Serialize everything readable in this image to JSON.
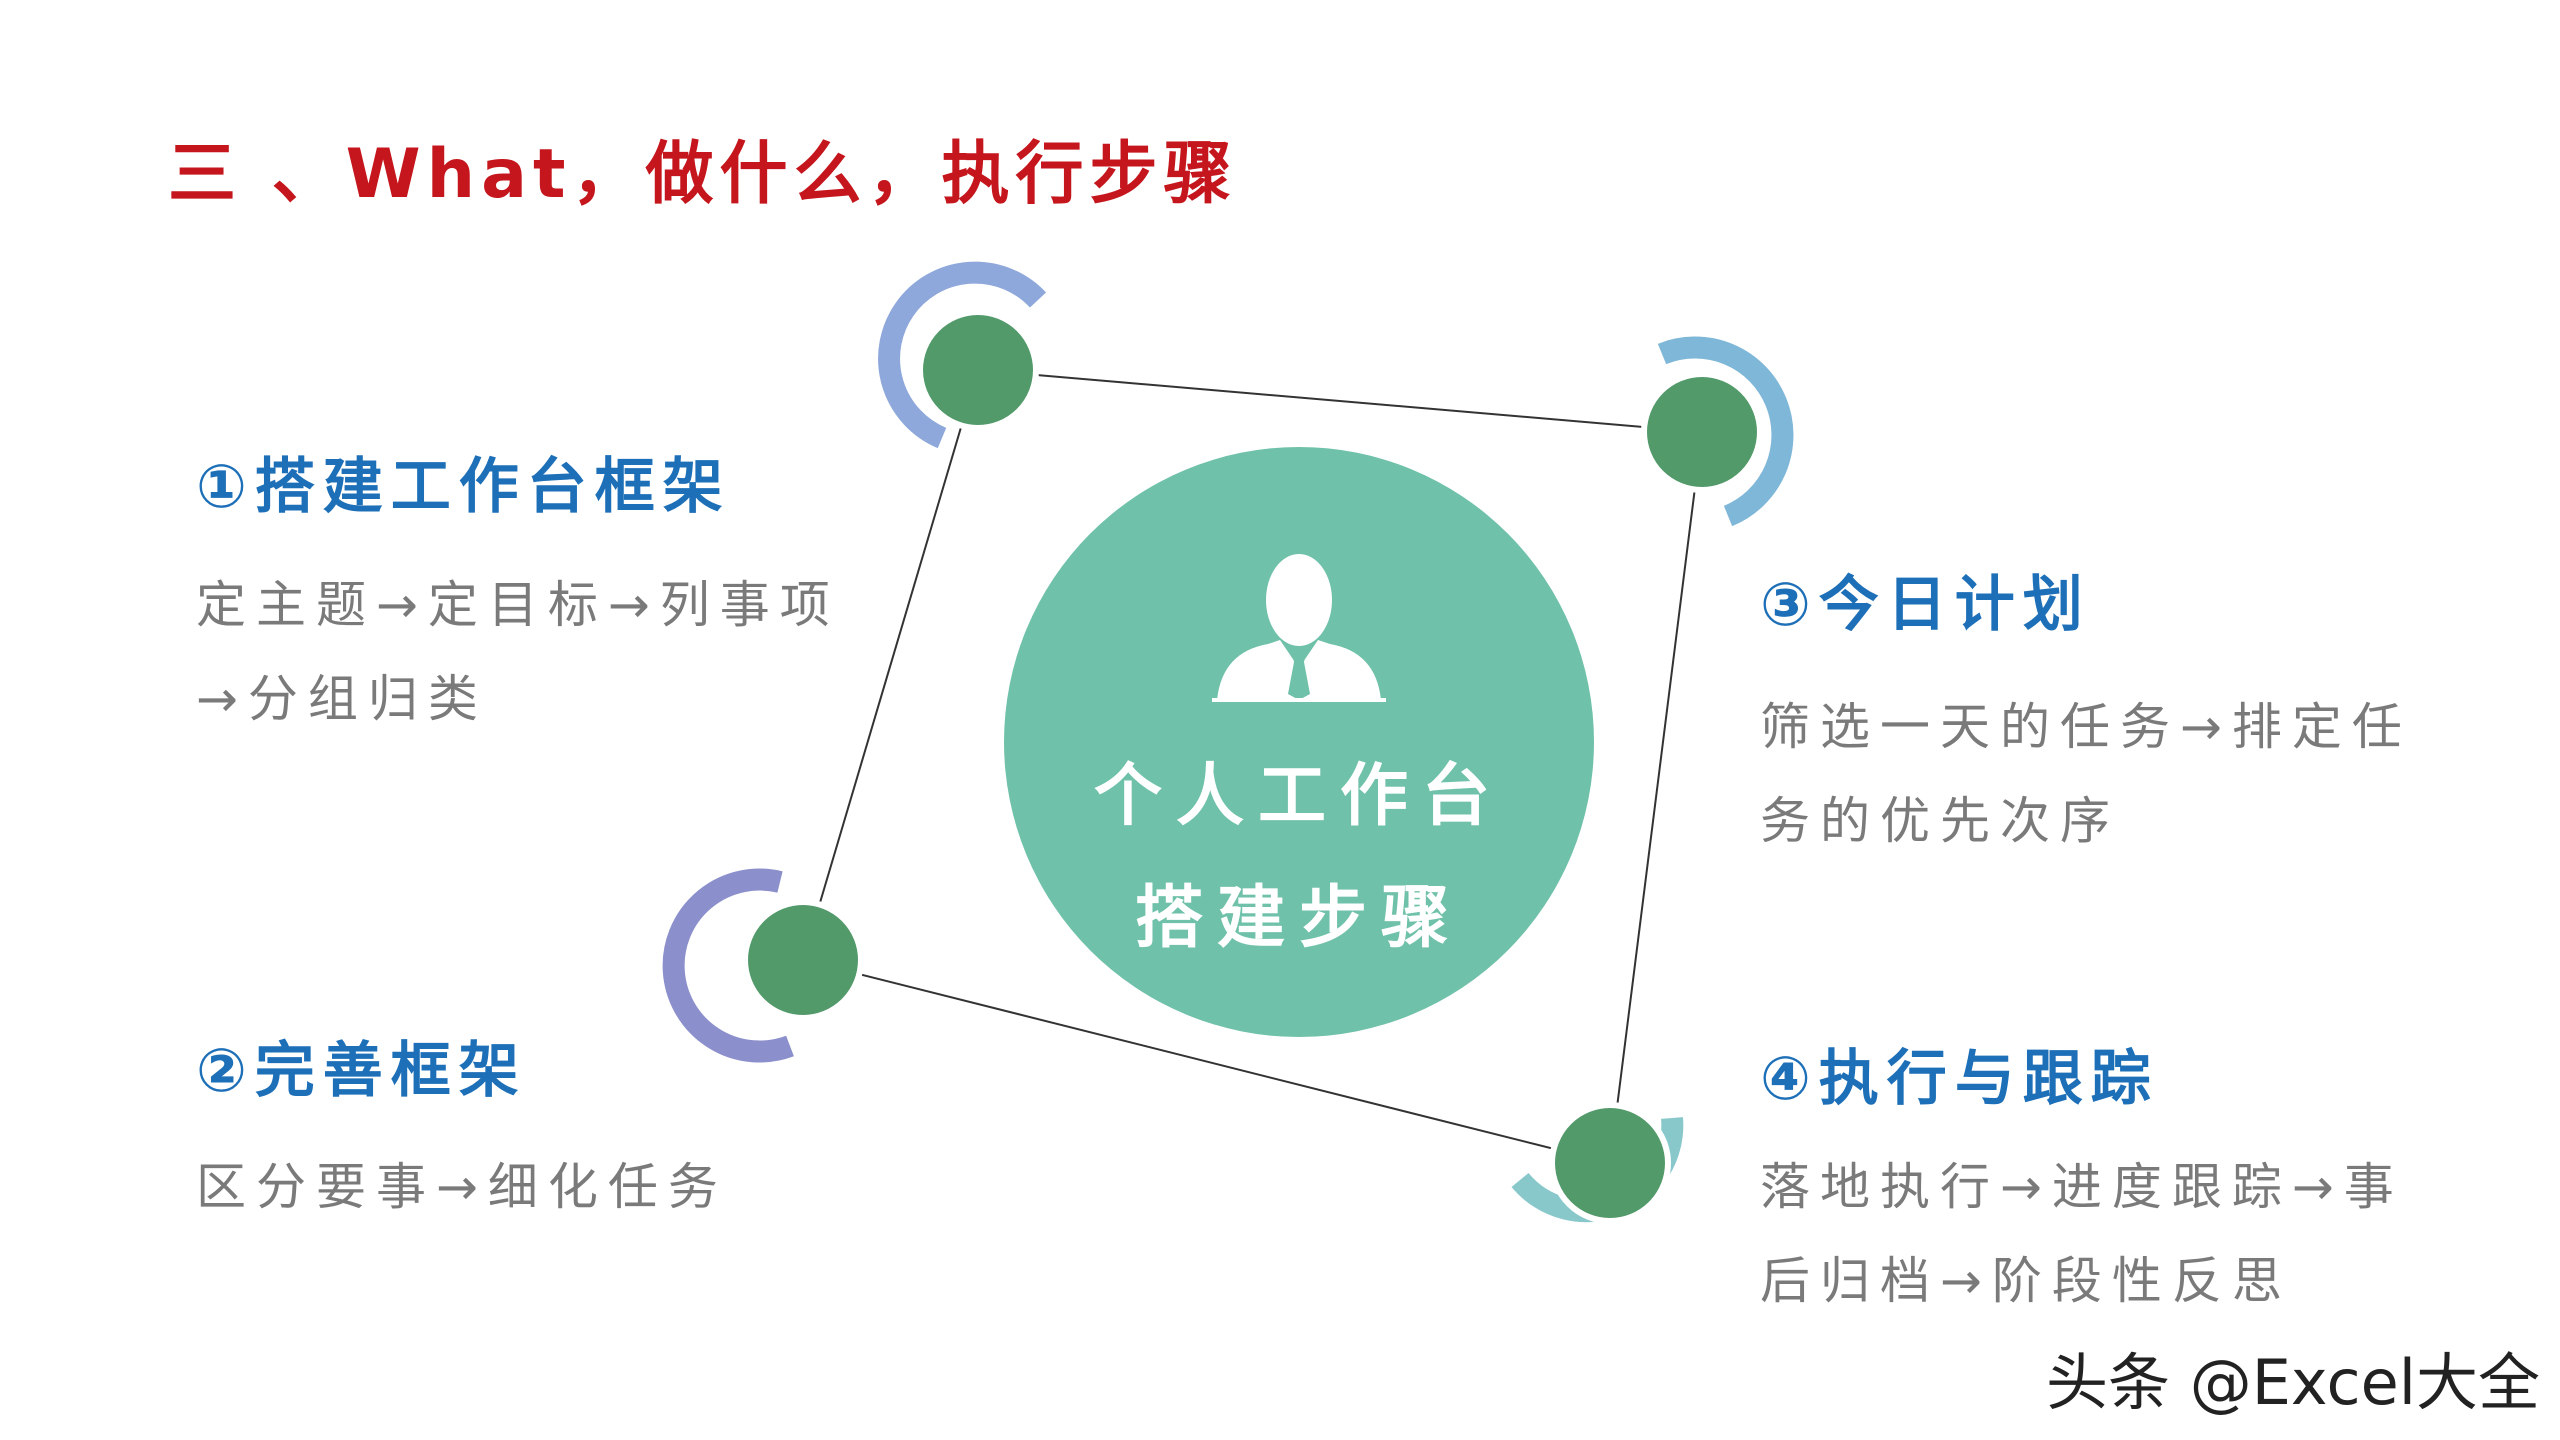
{
  "title": "三 、What，做什么，执行步骤",
  "center": {
    "line1": "个人工作台",
    "line2": "搭建步骤",
    "icon": "person-icon"
  },
  "steps": [
    {
      "heading": "①搭建工作台框架",
      "desc": "定主题→定目标→列事项→分组归类"
    },
    {
      "heading": "②完善框架",
      "desc": "区分要事→细化任务"
    },
    {
      "heading": "③今日计划",
      "desc": "筛选一天的任务→排定任务的优先次序"
    },
    {
      "heading": "④执行与跟踪",
      "desc": "落地执行→进度跟踪→事后归档→阶段性反思"
    }
  ],
  "watermark": "头条 @Excel大全",
  "colors": {
    "title": "#c4161c",
    "heading": "#1d6fb8",
    "desc": "#7a7a7a",
    "center_circle": "#6fc1a9",
    "node": "#539a6b",
    "arc_1": "#8fa8db",
    "arc_2": "#8b8fcb",
    "arc_3": "#7fb7d8",
    "arc_4": "#88c8cb"
  }
}
